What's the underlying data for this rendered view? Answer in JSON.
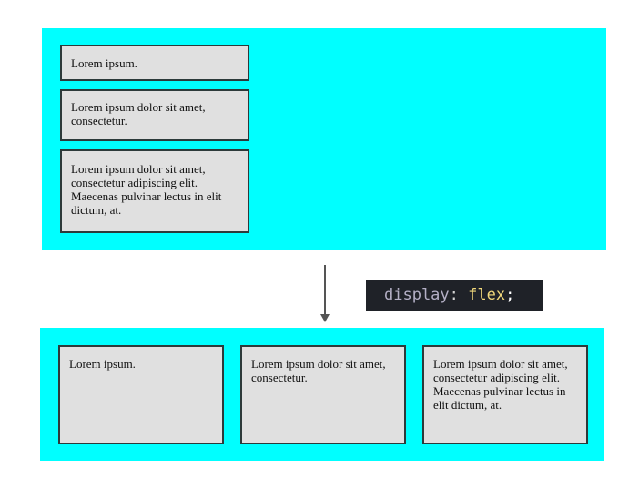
{
  "top": {
    "boxes": [
      "Lorem ipsum.",
      "Lorem ipsum dolor sit amet, consectetur.",
      "Lorem ipsum dolor sit amet, consectetur adipiscing elit. Maecenas pulvinar lectus in elit dictum, at."
    ]
  },
  "bottom": {
    "boxes": [
      "Lorem ipsum.",
      "Lorem ipsum dolor sit amet, consectetur.",
      "Lorem ipsum dolor sit amet, consectetur adipiscing elit. Maecenas pulvinar lectus in elit dictum, at."
    ]
  },
  "code": {
    "property": "display",
    "colon": ":",
    "value": "flex",
    "semicolon": ";"
  },
  "colors": {
    "container_bg": "#00ffff",
    "box_bg": "#e0e0e0",
    "box_border": "#2d3a3a",
    "code_bg": "#1f2228",
    "code_value": "#f2d97b"
  }
}
